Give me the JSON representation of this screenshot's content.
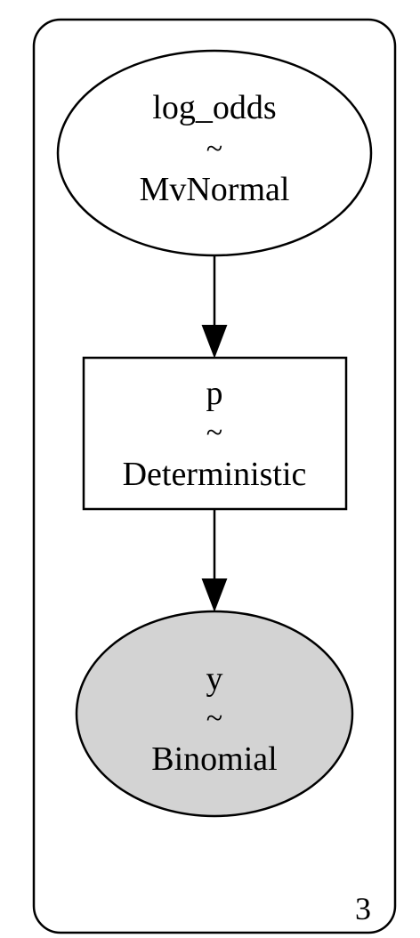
{
  "plate": {
    "count": "3"
  },
  "nodes": [
    {
      "id": "log_odds",
      "name": "log_odds",
      "separator": "~",
      "distribution": "MvNormal",
      "shape": "ellipse",
      "observed": false
    },
    {
      "id": "p",
      "name": "p",
      "separator": "~",
      "distribution": "Deterministic",
      "shape": "box",
      "observed": false
    },
    {
      "id": "y",
      "name": "y",
      "separator": "~",
      "distribution": "Binomial",
      "shape": "ellipse",
      "observed": true
    }
  ],
  "edges": [
    {
      "from": "log_odds",
      "to": "p"
    },
    {
      "from": "p",
      "to": "y"
    }
  ],
  "colors": {
    "stroke": "#000000",
    "observed_fill": "#d3d3d3",
    "latent_fill": "#ffffff",
    "background": "#ffffff"
  }
}
